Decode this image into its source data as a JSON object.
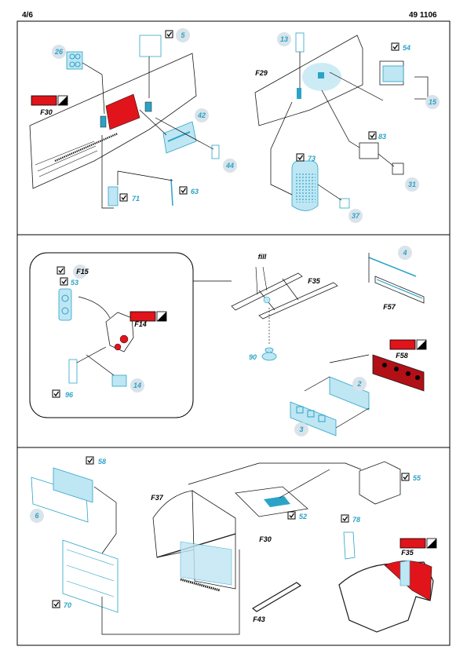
{
  "header": {
    "page_number": "4/6",
    "catalog_number": "49 1106"
  },
  "colors": {
    "cyan": "#2aa3c7",
    "light_cyan": "#bfe6f3",
    "red": "#e0141a",
    "dark_red": "#b01016",
    "outline": "#1a1a1a",
    "callout_bubble": "#d9e3ea"
  },
  "icons": {
    "check": "checkmark-in-square",
    "paint_chip": "red-and-black-color-chip",
    "fill": "fill-indicator"
  },
  "panel1": {
    "part_numbers": {
      "p26": "26",
      "p5": "5",
      "p42": "42",
      "p44": "44",
      "p71": "71",
      "p63": "63",
      "p13": "13",
      "p54": "54",
      "p15": "15",
      "p83": "83",
      "p31": "31",
      "p73": "73",
      "p37": "37"
    },
    "kit_refs": {
      "f30": "F30",
      "f29": "F29"
    }
  },
  "panel2": {
    "part_numbers": {
      "p53": "53",
      "p14": "14",
      "p96": "96",
      "p90": "90",
      "p4": "4",
      "p2": "2",
      "p3": "3"
    },
    "kit_refs": {
      "f15": "F15",
      "f14": "F14",
      "f35": "F35",
      "f57": "F57",
      "f58": "F58"
    },
    "fill_label": "fill"
  },
  "panel3": {
    "part_numbers": {
      "p58": "58",
      "p6": "6",
      "p70": "70",
      "p55": "55",
      "p52": "52",
      "p78": "78"
    },
    "kit_refs": {
      "f37": "F37",
      "f30": "F30",
      "f43": "F43",
      "f35": "F35"
    }
  }
}
